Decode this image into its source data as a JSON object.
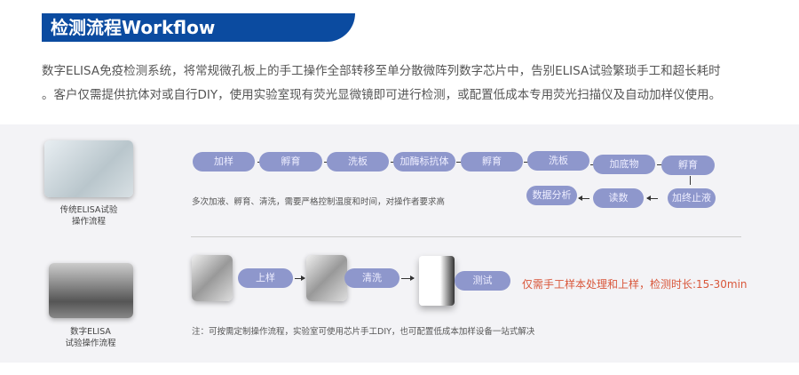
{
  "title": "检测流程Workflow",
  "intro": [
    "数字ELISA免疫检测系统，将常规微孔板上的手工操作全部转移至单分散微阵列数字芯片中，告别ELISA试验繁琐手工和超长耗时",
    "。客户仅需提供抗体对或自行DIY，使用实验室现有荧光显微镜即可进行检测，或配置低成本专用荧光扫描仪及自动加样仪使用。"
  ],
  "traditional": {
    "caption": [
      "传统ELISA试验",
      "操作流程"
    ],
    "steps": [
      "加样",
      "孵育",
      "洗板",
      "加酶标抗体",
      "孵育",
      "洗板",
      "加底物",
      "孵育",
      "加终止液",
      "读数",
      "数据分析"
    ],
    "note": "多次加液、孵育、清洗，需要严格控制温度和时间，对操作者要求高"
  },
  "digital": {
    "caption": [
      "数字ELISA",
      "试验操作流程"
    ],
    "steps": [
      "上样",
      "清洗",
      "测试"
    ],
    "highlight": "仅需手工样本处理和上样，检测时长:15-30min",
    "note": "注：可按需定制操作流程，实验室可使用芯片手工DIY，也可配置低成本加样设备一站式解决"
  },
  "colors": {
    "brand": "#0b4ba0",
    "pill": "#8e97cc",
    "highlight": "#d9573b"
  }
}
